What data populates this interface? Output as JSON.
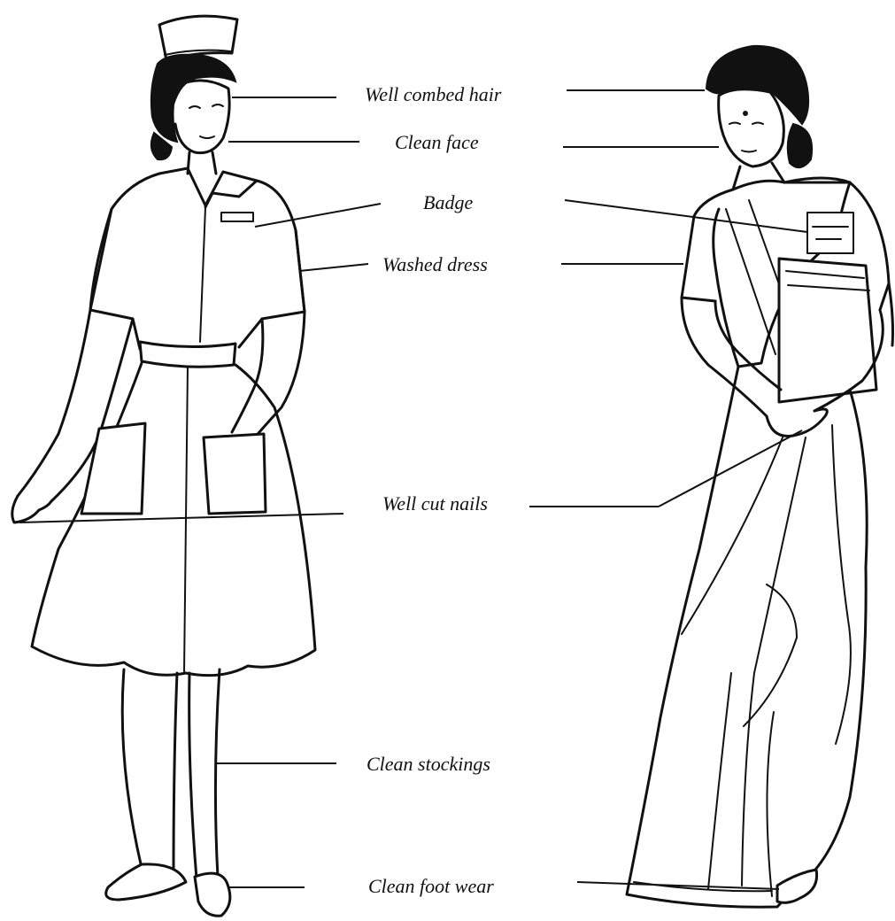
{
  "labels": {
    "hair": "Well combed hair",
    "face": "Clean face",
    "badge": "Badge",
    "dress": "Washed dress",
    "nails": "Well cut nails",
    "stockings": "Clean  stockings",
    "footwear": "Clean foot wear"
  },
  "colors": {
    "line": "#111111",
    "background": "#ffffff"
  }
}
